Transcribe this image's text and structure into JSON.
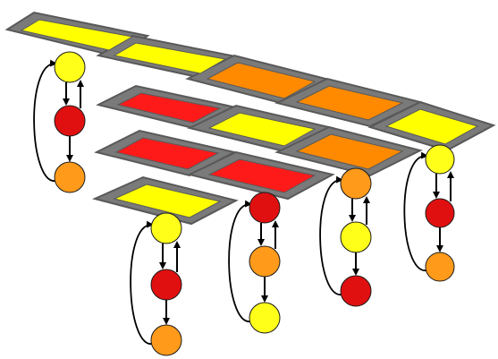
{
  "colors": {
    "background": "#ffffff",
    "frame": "#7a7a7a",
    "frame_edge": "#595959",
    "yellow": "#ffff00",
    "orange": "#ff8a00",
    "red": "#ff1a1a",
    "node_yellow": "#ffff1a",
    "node_orange": "#ff9a1a",
    "node_red": "#e01010",
    "node_outline": "#1a1a1a",
    "arrow": "#000000"
  },
  "grid": {
    "cells": [
      {
        "id": "cell-1",
        "state": "yellow"
      },
      {
        "id": "cell-2",
        "state": "yellow"
      },
      {
        "id": "cell-3",
        "state": "orange"
      },
      {
        "id": "cell-4",
        "state": "orange"
      },
      {
        "id": "cell-5",
        "state": "red"
      },
      {
        "id": "cell-6",
        "state": "yellow"
      },
      {
        "id": "cell-7",
        "state": "yellow"
      },
      {
        "id": "cell-8",
        "state": "red"
      },
      {
        "id": "cell-9",
        "state": "orange"
      },
      {
        "id": "cell-10",
        "state": "red"
      },
      {
        "id": "cell-11",
        "state": "yellow"
      }
    ]
  },
  "cycles": [
    {
      "id": "cycle-1",
      "active_state": "yellow",
      "states": [
        "yellow",
        "red",
        "orange"
      ]
    },
    {
      "id": "cycle-2",
      "active_state": "yellow",
      "states": [
        "yellow",
        "red",
        "orange"
      ]
    },
    {
      "id": "cycle-3",
      "active_state": "red",
      "states": [
        "red",
        "orange",
        "yellow"
      ]
    },
    {
      "id": "cycle-4",
      "active_state": "orange",
      "states": [
        "orange",
        "yellow",
        "red"
      ]
    },
    {
      "id": "cycle-5",
      "active_state": "yellow",
      "states": [
        "yellow",
        "red",
        "orange"
      ]
    }
  ]
}
